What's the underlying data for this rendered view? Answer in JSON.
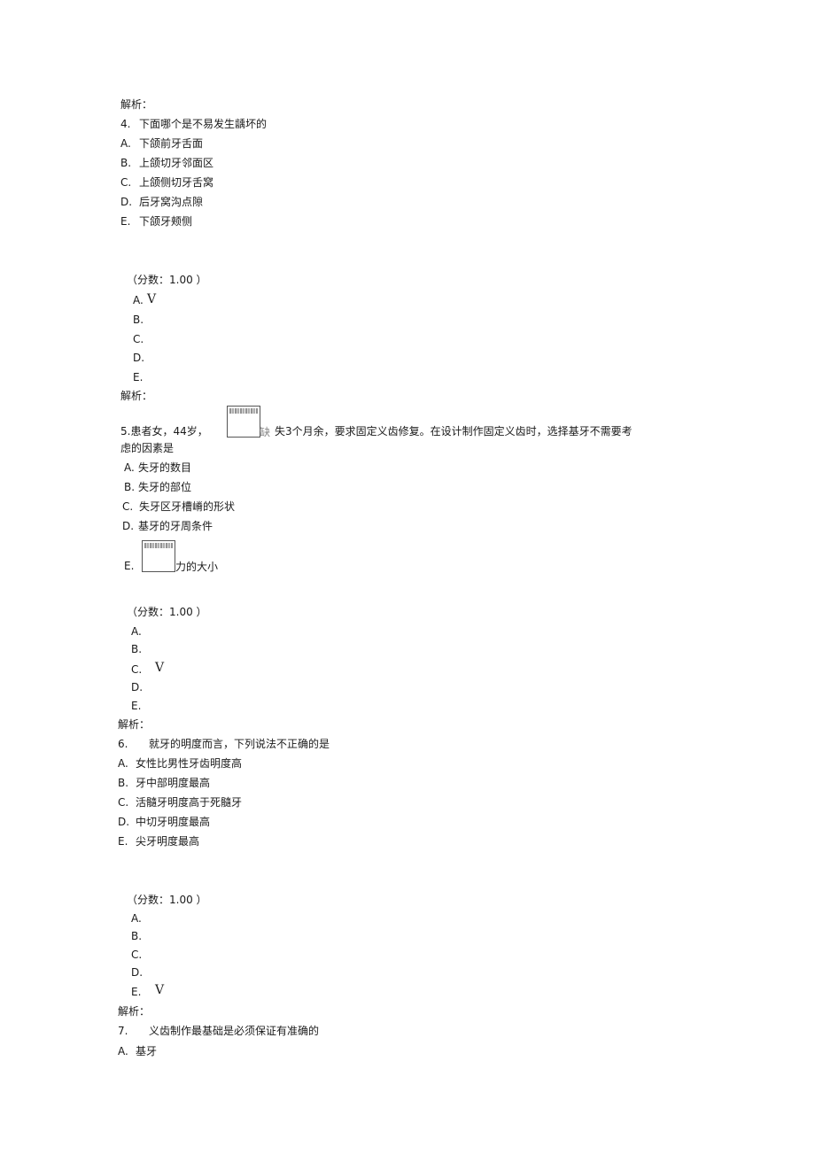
{
  "blocks": {
    "analysis_label": "解析：",
    "score": "（分数：1.00 ）",
    "check": "V"
  },
  "q4": {
    "number": "4.",
    "stem": "下面哪个是不易发生龋坏的",
    "options": [
      {
        "letter": "A.",
        "text": "下颌前牙舌面"
      },
      {
        "letter": "B.",
        "text": "上颌切牙邻面区"
      },
      {
        "letter": "C.",
        "text": "上颌侧切牙舌窝"
      },
      {
        "letter": "D.",
        "text": "后牙窝沟点隙"
      },
      {
        "letter": "E.",
        "text": "下颌牙颊侧"
      }
    ],
    "answers": [
      "A.",
      "B.",
      "C.",
      "D.",
      "E."
    ]
  },
  "q5": {
    "stem_part1": "5.患者女，44岁，",
    "missing_glyph": "缺",
    "stem_part2": "失3个月余，要求固定义齿修复。在设计制作固定义齿时，选择基牙不需要考",
    "stem_line2": "虑的因素是",
    "options": [
      {
        "letter": "A.",
        "text": "失牙的数目"
      },
      {
        "letter": "B.",
        "text": "失牙的部位"
      },
      {
        "letter": "C.",
        "text": "失牙区牙槽嵴的形状"
      },
      {
        "letter": "D.",
        "text": "基牙的牙周条件"
      }
    ],
    "option_e_letter": "E.",
    "option_e_text": "力的大小",
    "answers": [
      "A.",
      "B.",
      "C.",
      "D.",
      "E."
    ]
  },
  "q6": {
    "number": "6.",
    "stem": "就牙的明度而言，下列说法不正确的是",
    "options": [
      {
        "letter": "A.",
        "text": "女性比男性牙齿明度高"
      },
      {
        "letter": "B.",
        "text": "牙中部明度最高"
      },
      {
        "letter": "C.",
        "text": "活髓牙明度高于死髓牙"
      },
      {
        "letter": "D.",
        "text": "中切牙明度最高"
      },
      {
        "letter": "E.",
        "text": "尖牙明度最高"
      }
    ],
    "answers": [
      "A.",
      "B.",
      "C.",
      "D.",
      "E."
    ]
  },
  "q7": {
    "number": "7.",
    "stem": "义齿制作最基础是必须保证有准确的",
    "options": [
      {
        "letter": "A.",
        "text": "基牙"
      }
    ]
  }
}
